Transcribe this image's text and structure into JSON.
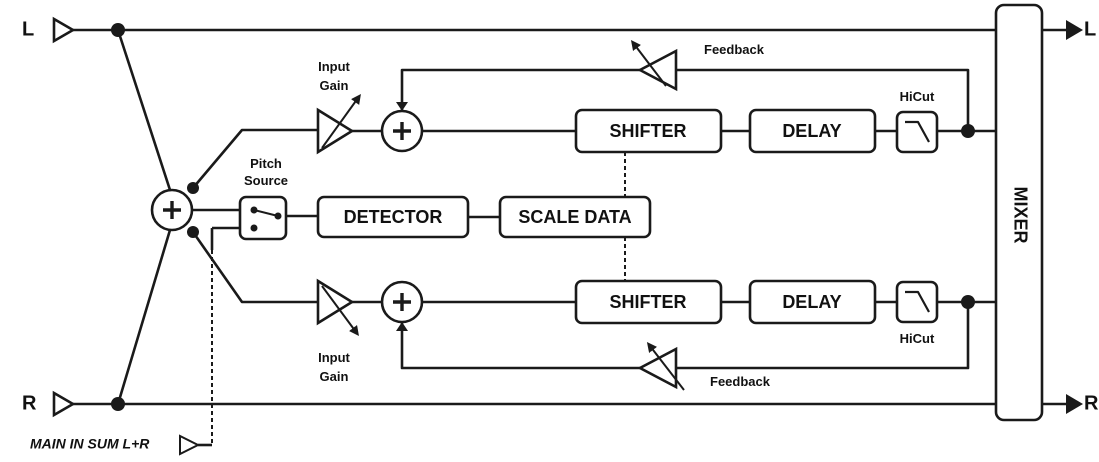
{
  "inputs": {
    "left": "L",
    "right": "R",
    "main_sum": "MAIN IN SUM L+R"
  },
  "outputs": {
    "left": "L",
    "right": "R"
  },
  "blocks": {
    "shifter_top": "SHIFTER",
    "delay_top": "DELAY",
    "shifter_bottom": "SHIFTER",
    "delay_bottom": "DELAY",
    "detector": "DETECTOR",
    "scale_data": "SCALE DATA",
    "mixer": "MIXER"
  },
  "labels": {
    "input_gain_top": [
      "Input",
      "Gain"
    ],
    "input_gain_bottom": [
      "Input",
      "Gain"
    ],
    "pitch_source": [
      "Pitch",
      "Source"
    ],
    "feedback_top": "Feedback",
    "feedback_bottom": "Feedback",
    "hicut_top": "HiCut",
    "hicut_bottom": "HiCut"
  },
  "icons": [
    "triangle-input-icon",
    "summing-junction-icon",
    "gain-triangle-icon",
    "switch-icon",
    "lowpass-filter-icon",
    "arrow-output-icon"
  ],
  "colors": {
    "line": "#1a1a1a",
    "background": "#ffffff"
  }
}
